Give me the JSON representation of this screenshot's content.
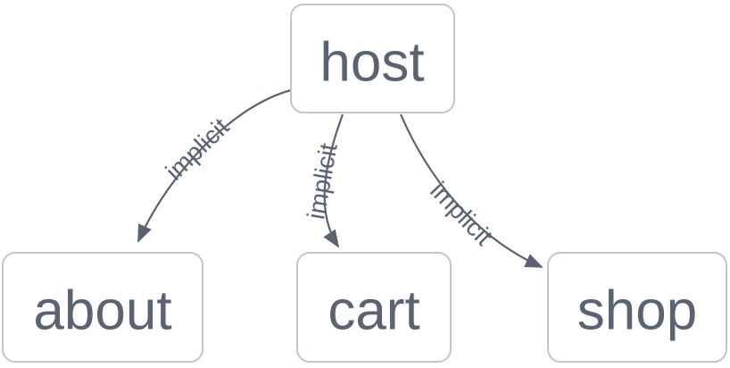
{
  "diagram": {
    "type": "flowchart",
    "direction": "top-down",
    "nodes": [
      {
        "id": "host",
        "label": "host"
      },
      {
        "id": "about",
        "label": "about"
      },
      {
        "id": "cart",
        "label": "cart"
      },
      {
        "id": "shop",
        "label": "shop"
      }
    ],
    "edges": [
      {
        "from": "host",
        "to": "about",
        "label": "implicit",
        "style": "curved-arrow"
      },
      {
        "from": "host",
        "to": "cart",
        "label": "implicit",
        "style": "curved-arrow"
      },
      {
        "from": "host",
        "to": "shop",
        "label": "implicit",
        "style": "curved-arrow"
      }
    ],
    "colors": {
      "background": "#ffffff",
      "node_fill": "#ffffff",
      "node_border": "#c2c5c9",
      "node_text": "#5a6372",
      "edge": "#596273",
      "edge_label": "#596273"
    }
  }
}
